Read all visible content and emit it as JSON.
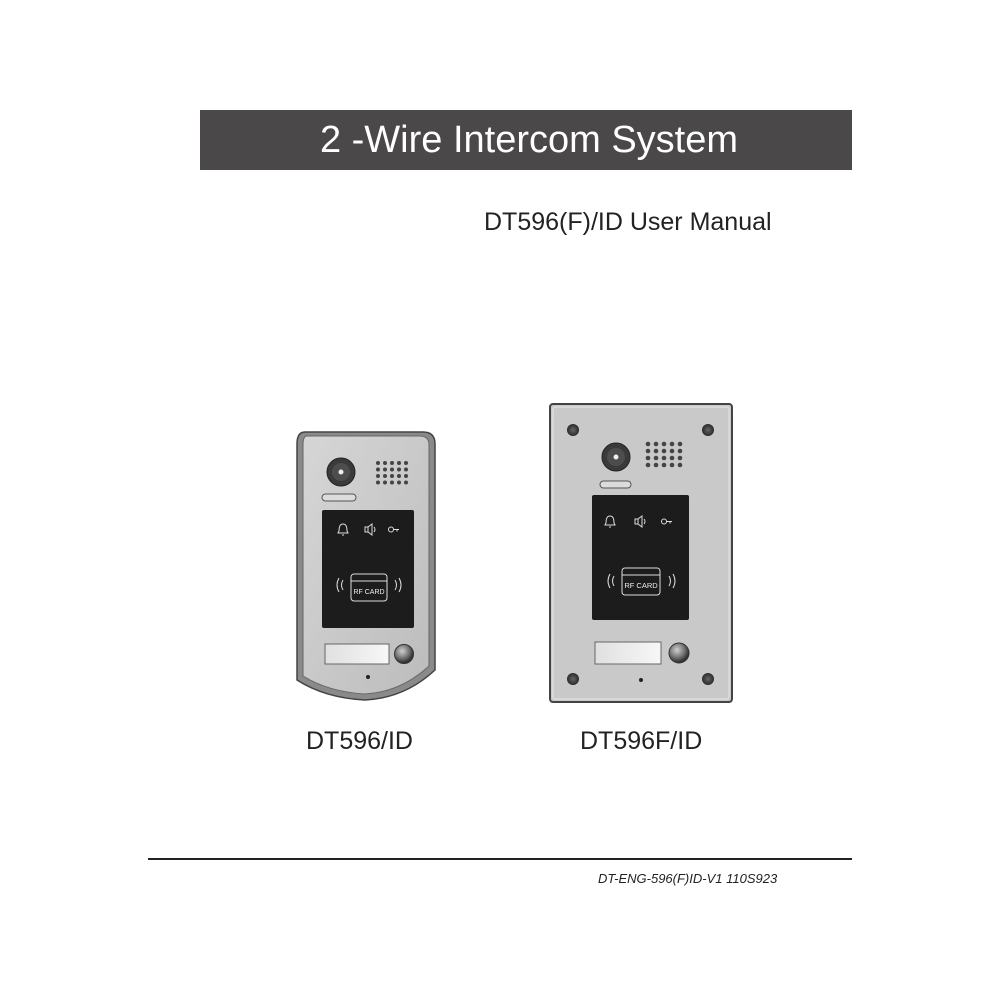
{
  "document": {
    "title": "2 -Wire Intercom System",
    "subtitle": "DT596(F)/ID User Manual",
    "doc_code": "DT-ENG-596(F)ID-V1 110S923"
  },
  "colors": {
    "title_bar_bg": "#4a4848",
    "title_text": "#ffffff",
    "panel_face": "#c9c9c9",
    "panel_dark": "#1c1c1c",
    "outline": "#555555"
  },
  "devices": [
    {
      "model": "DT596/ID",
      "style": "surface-mount rounded",
      "card_label": "RF CARD",
      "icons": [
        "bell-icon",
        "speaker-icon",
        "key-icon"
      ],
      "has_screws": false
    },
    {
      "model": "DT596F/ID",
      "style": "flush-mount rectangular",
      "card_label": "RF CARD",
      "icons": [
        "bell-icon",
        "speaker-icon",
        "key-icon"
      ],
      "has_screws": true
    }
  ]
}
